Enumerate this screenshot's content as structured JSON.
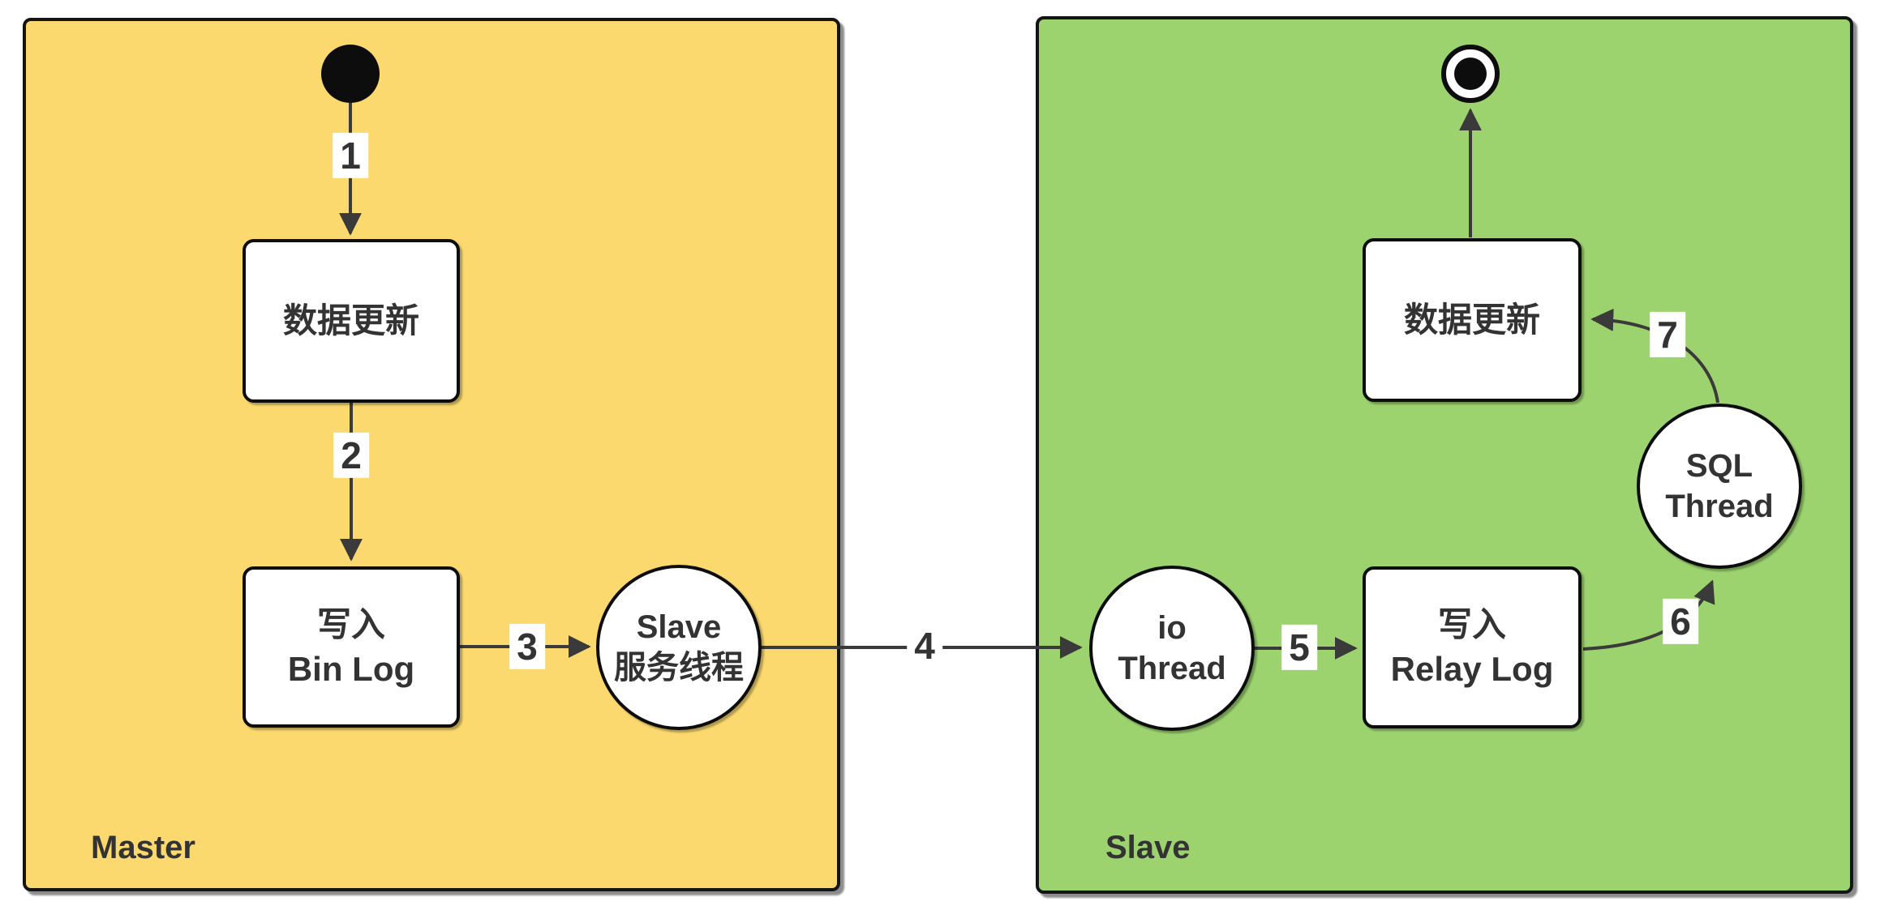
{
  "containers": {
    "master": {
      "label": "Master",
      "fill": "#FBD96E"
    },
    "slave": {
      "label": "Slave",
      "fill": "#9CD36F"
    }
  },
  "nodes": {
    "master_update": {
      "label": "数据更新"
    },
    "master_binlog": {
      "line1": "写入",
      "line2": "Bin Log"
    },
    "slave_service_thread": {
      "line1": "Slave",
      "line2": "服务线程"
    },
    "io_thread": {
      "line1": "io",
      "line2": "Thread"
    },
    "relay_log": {
      "line1": "写入",
      "line2": "Relay Log"
    },
    "sql_thread": {
      "line1": "SQL",
      "line2": "Thread"
    },
    "slave_update": {
      "label": "数据更新"
    }
  },
  "edges": {
    "e1": {
      "label": "1"
    },
    "e2": {
      "label": "2"
    },
    "e3": {
      "label": "3"
    },
    "e4": {
      "label": "4"
    },
    "e5": {
      "label": "5"
    },
    "e6": {
      "label": "6"
    },
    "e7": {
      "label": "7"
    }
  },
  "icons": {
    "start_state_icon": "filled-black-circle",
    "end_state_icon": "bullseye-circle"
  },
  "colors": {
    "master_fill": "#FBD96E",
    "slave_fill": "#9CD36F",
    "shape_fill": "#FFFFFF",
    "shape_border": "#0D0D0D",
    "edge_stroke": "#3A3A3A",
    "text": "#333333",
    "edge_label_background": "#FFFFFF"
  }
}
